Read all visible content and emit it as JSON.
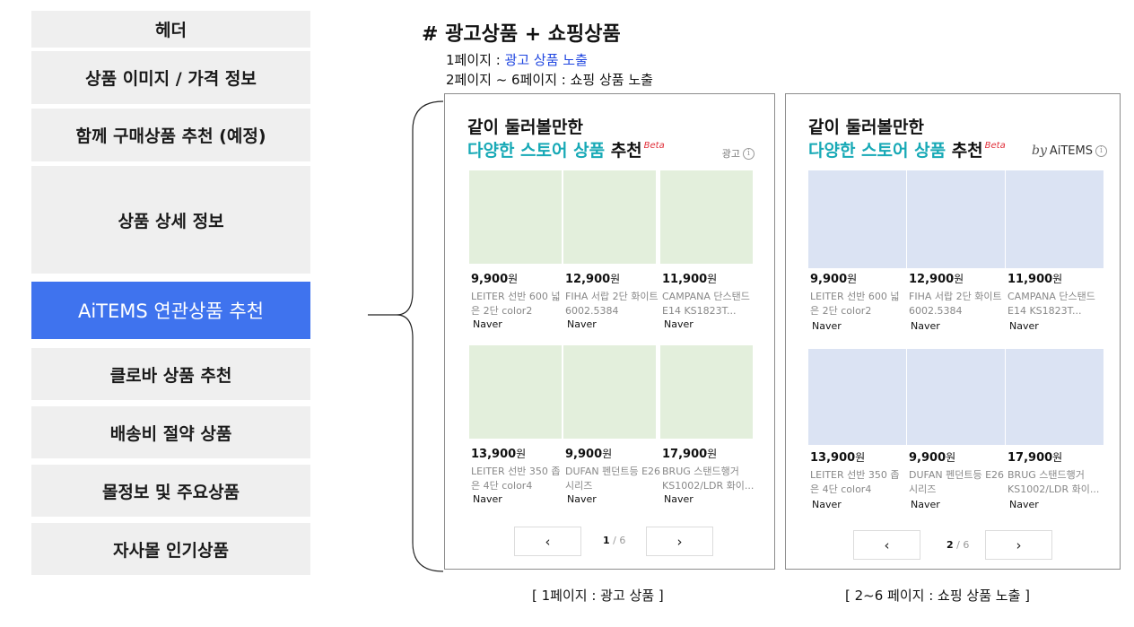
{
  "left_stack": [
    {
      "label": "헤더",
      "highlight": false
    },
    {
      "label": "상품 이미지 / 가격 정보",
      "highlight": false
    },
    {
      "label": "함께 구매상품 추천 (예정)",
      "highlight": false
    },
    {
      "label": "상품 상세 정보",
      "highlight": false
    },
    {
      "label": "AiTEMS 연관상품 추천",
      "highlight": true
    },
    {
      "label": "클로바 상품 추천",
      "highlight": false
    },
    {
      "label": "배송비 절약 상품",
      "highlight": false
    },
    {
      "label": "몰정보 및 주요상품",
      "highlight": false
    },
    {
      "label": "자사몰 인기상품",
      "highlight": false
    }
  ],
  "heading": "# 광고상품 + 쇼핑상품",
  "notes": {
    "line1_prefix": "1페이지 : ",
    "line1_accent": "광고 상품 노출",
    "line2": "2페이지 ~ 6페이지 : 쇼핑 상품 노출"
  },
  "widget": {
    "title_line1": "같이 둘러볼만한",
    "title_teal": "다양한 스토어 상품",
    "title_suffix": " 추천",
    "beta": "Beta"
  },
  "panel_ad": {
    "corner_label": "광고",
    "thumb_color": "#e3efdc",
    "products": [
      {
        "price": "9,900",
        "unit": "원",
        "name": "LEITER 선반 600 넓은 2단 color2",
        "seller": "Naver"
      },
      {
        "price": "12,900",
        "unit": "원",
        "name": "FIHA 서랍 2단 화이트 6002.5384",
        "seller": "Naver"
      },
      {
        "price": "11,900",
        "unit": "원",
        "name": "CAMPANA 단스탠드 E14 KS1823T...",
        "seller": "Naver"
      },
      {
        "price": "13,900",
        "unit": "원",
        "name": "LEITER 선반 350 좁은 4단 color4",
        "seller": "Naver"
      },
      {
        "price": "9,900",
        "unit": "원",
        "name": "DUFAN 펜던트등 E26 시리즈",
        "seller": "Naver"
      },
      {
        "price": "17,900",
        "unit": "원",
        "name": "BRUG 스탠드행거 KS1002/LDR 화이...",
        "seller": "Naver"
      }
    ],
    "page_current": "1",
    "page_total": " / 6"
  },
  "panel_shop": {
    "by": "by",
    "brand": "AiTEMS",
    "thumb_color": "#dbe3f3",
    "products": [
      {
        "price": "9,900",
        "unit": "원",
        "name": "LEITER 선반 600 넓은 2단 color2",
        "seller": "Naver"
      },
      {
        "price": "12,900",
        "unit": "원",
        "name": "FIHA 서랍 2단 화이트 6002.5384",
        "seller": "Naver"
      },
      {
        "price": "11,900",
        "unit": "원",
        "name": "CAMPANA 단스탠드 E14 KS1823T...",
        "seller": "Naver"
      },
      {
        "price": "13,900",
        "unit": "원",
        "name": "LEITER 선반 350 좁은 4단 color4",
        "seller": "Naver"
      },
      {
        "price": "9,900",
        "unit": "원",
        "name": "DUFAN 펜던트등 E26 시리즈",
        "seller": "Naver"
      },
      {
        "price": "17,900",
        "unit": "원",
        "name": "BRUG 스탠드행거 KS1002/LDR 화이...",
        "seller": "Naver"
      }
    ],
    "page_current": "2",
    "page_total": " / 6"
  },
  "pager": {
    "prev_icon": "‹",
    "next_icon": "›"
  },
  "captions": {
    "left": "[ 1페이지 : 광고 상품 ]",
    "right": "[ 2~6 페이지 : 쇼핑 상품 노출 ]"
  },
  "colors": {
    "highlight": "#3f73ee",
    "accent_link": "#1f46e0",
    "teal": "#17a9b6",
    "beta": "#e0303a"
  }
}
